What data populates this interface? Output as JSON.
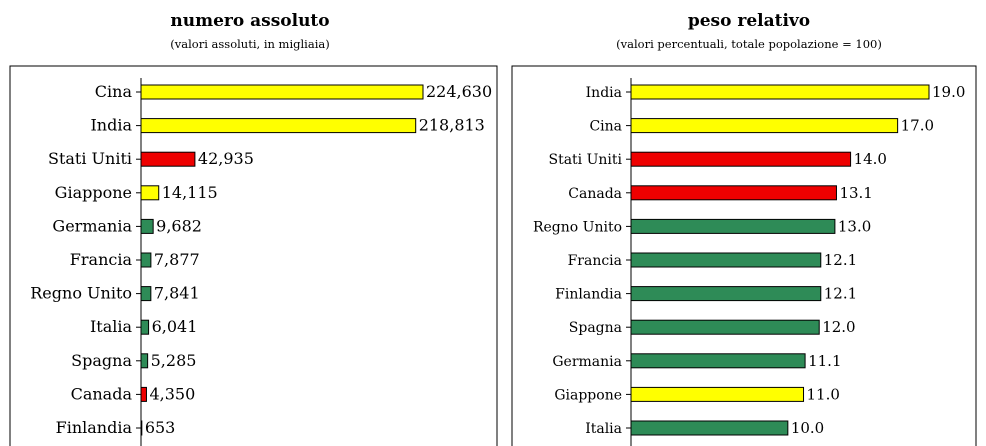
{
  "chart_data": [
    {
      "type": "bar",
      "orientation": "horizontal",
      "title": "numero assoluto",
      "subtitle": "(valori assoluti, in migliaia)",
      "xlim": [
        0,
        224630
      ],
      "categories": [
        "Cina",
        "India",
        "Stati Uniti",
        "Giappone",
        "Germania",
        "Francia",
        "Regno Unito",
        "Italia",
        "Spagna",
        "Canada",
        "Finlandia"
      ],
      "values": [
        224630,
        218813,
        42935,
        14115,
        9682,
        7877,
        7841,
        6041,
        5285,
        4350,
        653
      ],
      "value_labels": [
        "224,630",
        "218,813",
        "42,935",
        "14,115",
        "9,682",
        "7,877",
        "7,841",
        "6,041",
        "5,285",
        "4,350",
        "653"
      ],
      "bar_colors": [
        "#ffff00",
        "#ffff00",
        "#ee0000",
        "#ffff00",
        "#2e8b57",
        "#2e8b57",
        "#2e8b57",
        "#2e8b57",
        "#2e8b57",
        "#ee0000",
        "#2e8b57"
      ],
      "grid": false
    },
    {
      "type": "bar",
      "orientation": "horizontal",
      "title": "peso relativo",
      "subtitle": "(valori percentuali, totale popolazione = 100)",
      "xlim": [
        0,
        19.0
      ],
      "categories": [
        "India",
        "Cina",
        "Stati Uniti",
        "Canada",
        "Regno Unito",
        "Francia",
        "Finlandia",
        "Spagna",
        "Germania",
        "Giappone",
        "Italia"
      ],
      "values": [
        19.0,
        17.0,
        14.0,
        13.1,
        13.0,
        12.1,
        12.1,
        12.0,
        11.1,
        11.0,
        10.0
      ],
      "value_labels": [
        "19.0",
        "17.0",
        "14.0",
        "13.1",
        "13.0",
        "12.1",
        "12.1",
        "12.0",
        "11.1",
        "11.0",
        "10.0"
      ],
      "bar_colors": [
        "#ffff00",
        "#ffff00",
        "#ee0000",
        "#ee0000",
        "#2e8b57",
        "#2e8b57",
        "#2e8b57",
        "#2e8b57",
        "#2e8b57",
        "#ffff00",
        "#2e8b57"
      ],
      "grid": false
    }
  ]
}
